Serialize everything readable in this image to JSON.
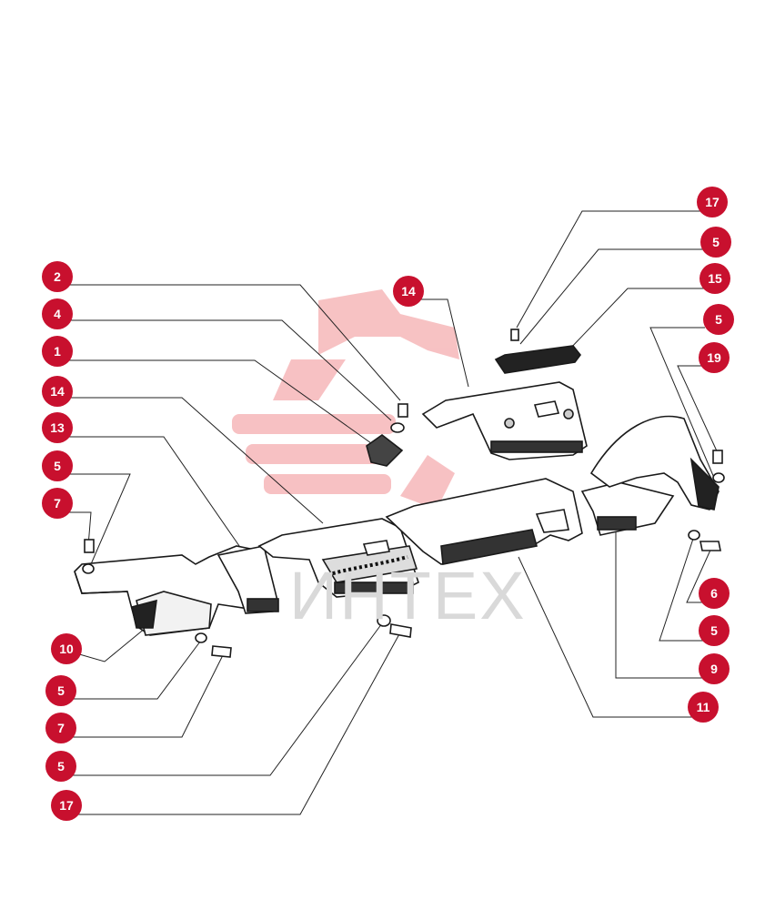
{
  "watermark": {
    "text": "ИНТЕХ",
    "color": "#f6b7b9"
  },
  "accent_color": "#c8102e",
  "callouts": [
    {
      "id": "c17a",
      "label": "17"
    },
    {
      "id": "c5a",
      "label": "5"
    },
    {
      "id": "c15",
      "label": "15"
    },
    {
      "id": "c14a",
      "label": "14"
    },
    {
      "id": "c2",
      "label": "2"
    },
    {
      "id": "c5b",
      "label": "5"
    },
    {
      "id": "c4",
      "label": "4"
    },
    {
      "id": "c19",
      "label": "19"
    },
    {
      "id": "c1",
      "label": "1"
    },
    {
      "id": "c14b",
      "label": "14"
    },
    {
      "id": "c13",
      "label": "13"
    },
    {
      "id": "c5c",
      "label": "5"
    },
    {
      "id": "c7a",
      "label": "7"
    },
    {
      "id": "c6",
      "label": "6"
    },
    {
      "id": "c5d",
      "label": "5"
    },
    {
      "id": "c10",
      "label": "10"
    },
    {
      "id": "c9",
      "label": "9"
    },
    {
      "id": "c5e",
      "label": "5"
    },
    {
      "id": "c11",
      "label": "11"
    },
    {
      "id": "c7b",
      "label": "7"
    },
    {
      "id": "c5f",
      "label": "5"
    },
    {
      "id": "c17b",
      "label": "17"
    }
  ]
}
